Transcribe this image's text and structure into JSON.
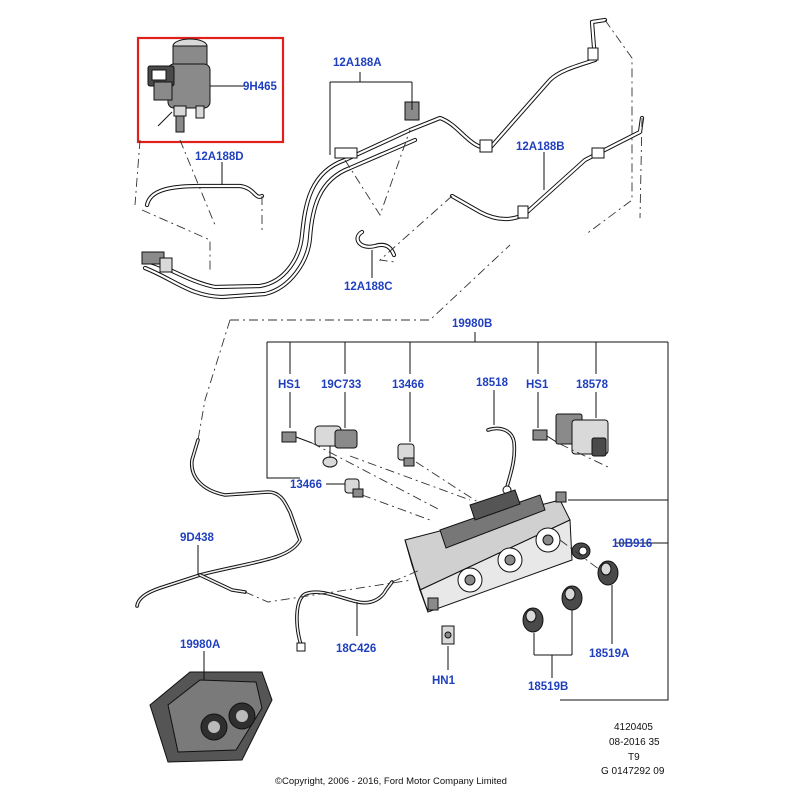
{
  "labels": {
    "l_9h465": "9H465",
    "l_12a188a": "12A188A",
    "l_12a188d": "12A188D",
    "l_12a188b": "12A188B",
    "l_12a188c": "12A188C",
    "l_19980b": "19980B",
    "l_hs1_a": "HS1",
    "l_19c733": "19C733",
    "l_13466_a": "13466",
    "l_18518": "18518",
    "l_hs1_b": "HS1",
    "l_18578": "18578",
    "l_13466_b": "13466",
    "l_9d438": "9D438",
    "l_10b916": "10B916",
    "l_18c426": "18C426",
    "l_hn1": "HN1",
    "l_18519a": "18519A",
    "l_19980a": "19980A",
    "l_18519b": "18519B"
  },
  "meta": {
    "line1": "4120405",
    "line2": "08-2016 35",
    "line3": "T9",
    "line4": "G 0147292 09"
  },
  "copyright": "©Copyright, 2006 - 2016, Ford Motor Company Limited",
  "colors": {
    "label": "#1f3fbf",
    "highlight": "#e0201a"
  }
}
